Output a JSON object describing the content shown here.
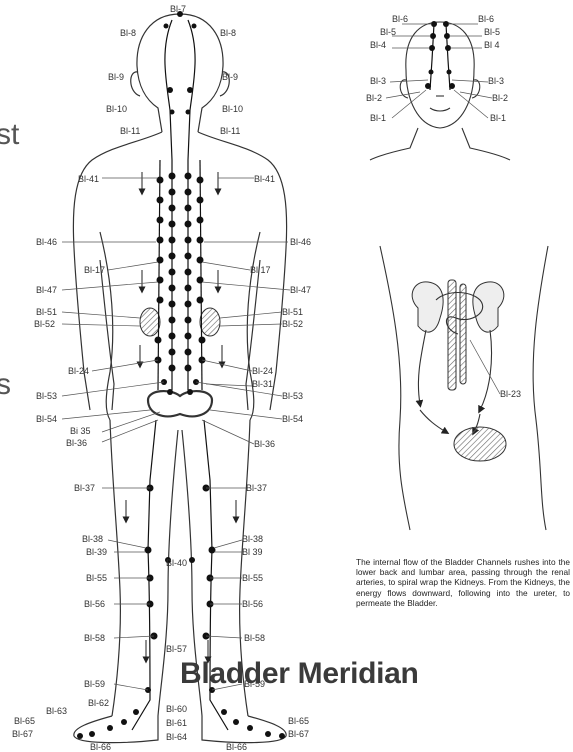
{
  "title": "Bladder Meridian",
  "caption": "The internal flow of the Bladder Channels rushes into the lower back and lumbar area, passing through the renal arteries, to spiral wrap the Kidneys. From the Kidneys, the energy flows downward, following into the ureter, to permeate the Bladder.",
  "edge_fragments": {
    "top": "st",
    "bottom": "s"
  },
  "body_labels": {
    "bl7": "Bl-7",
    "bl8l": "Bl-8",
    "bl8r": "Bl-8",
    "bl9l": "Bl-9",
    "bl9r": "Bl-9",
    "bl10l": "Bl-10",
    "bl10r": "Bl-10",
    "bl11l": "Bl-11",
    "bl11r": "Bl-11",
    "bl41l": "Bl-41",
    "bl41r": "Bl-41",
    "bl46l": "Bl-46",
    "bl46r": "Bl-46",
    "bl17l": "Bl-17",
    "bl17r": "Bl 17",
    "bl47l": "Bl-47",
    "bl47r": "Bl-47",
    "bl51l": "Bl-51",
    "bl51r": "Bl-51",
    "bl52l": "Bl-52",
    "bl52r": "Bl-52",
    "bl24l": "Bl-24",
    "bl24r": "Bl-24",
    "bl31r": "Bl-31",
    "bl53l": "Bl-53",
    "bl53r": "Bl-53",
    "bl54l": "Bl-54",
    "bl54r": "Bl-54",
    "bl35l": "Bi 35",
    "bl36l": "Bl-36",
    "bl36r": "Bl-36",
    "bl37l": "Bl-37",
    "bl37r": "Bl-37",
    "bl38l": "Bl-38",
    "bl38r": "Bl-38",
    "bl39l": "Bl-39",
    "bl39r": "Bl 39",
    "bl40": "Bl-40",
    "bl55l": "Bl-55",
    "bl55r": "Bl-55",
    "bl56l": "Bl-56",
    "bl56r": "Bl-56",
    "bl57": "Bl-57",
    "bl58l": "Bl-58",
    "bl58r": "Bl-58",
    "bl59l": "Bl-59",
    "bl59r": "Bl-59",
    "bl60": "Bl-60",
    "bl61": "Bl-61",
    "bl62": "Bl-62",
    "bl63": "Bl-63",
    "bl64": "Bl-64",
    "bl65l": "Bl-65",
    "bl65r": "Bl-65",
    "bl66l": "Bl-66",
    "bl66r": "Bl-66",
    "bl67l": "Bl-67",
    "bl67r": "Bl-67"
  },
  "face_labels": {
    "bl6l": "Bl-6",
    "bl6r": "Bl-6",
    "bl5l": "Bl-5",
    "bl5r": "Bl-5",
    "bl4l": "Bl-4",
    "bl4r": "Bl 4",
    "bl3l": "Bl-3",
    "bl3r": "Bl-3",
    "bl2l": "Bl-2",
    "bl2r": "Bl-2",
    "bl1l": "Bl-1",
    "bl1r": "Bl-1"
  },
  "torso_labels": {
    "bl23": "Bl-23"
  }
}
